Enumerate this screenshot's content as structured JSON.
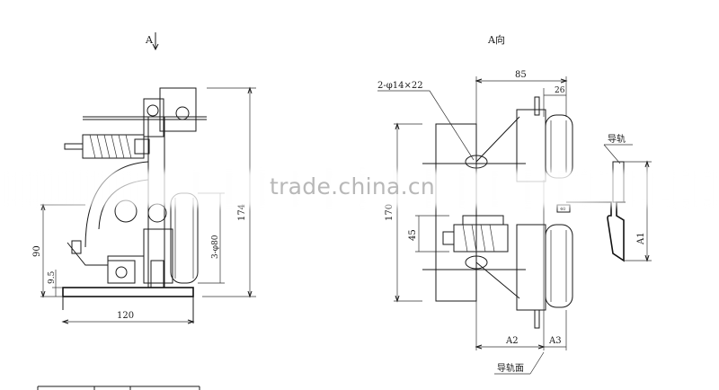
{
  "views": {
    "left_marker": "A",
    "right_title": "A向"
  },
  "dimensions": {
    "left_height": "174",
    "left_bolt": "3-φ80",
    "left_lower_height": "90",
    "left_small": "9.5",
    "left_width": "120",
    "top_width": "85",
    "top_small": "26",
    "hole_callout": "2-φ14×22",
    "right_height": "170",
    "right_mid": "45",
    "right_a1": "A1",
    "right_a2": "A2",
    "right_a3": "A3"
  },
  "labels": {
    "guide_rail": "导轨",
    "guide_rail_face": "导轨面",
    "small_mark": "40"
  },
  "watermark": "trade.china.cn"
}
